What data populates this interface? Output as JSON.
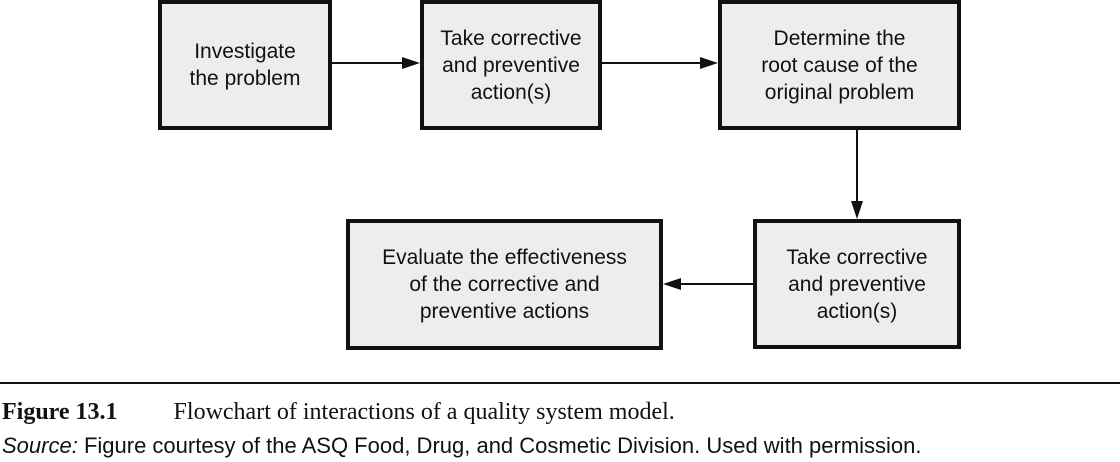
{
  "flowchart": {
    "boxes": [
      {
        "id": "investigate-problem",
        "lines": [
          "Investigate",
          "the problem"
        ]
      },
      {
        "id": "take-corrective-preventive-1",
        "lines": [
          "Take corrective",
          "and preventive",
          "action(s)"
        ]
      },
      {
        "id": "determine-root-cause",
        "lines": [
          "Determine the",
          "root cause of the",
          "original problem"
        ]
      },
      {
        "id": "evaluate-effectiveness",
        "lines": [
          "Evaluate the effectiveness",
          "of the corrective and",
          "preventive actions"
        ]
      },
      {
        "id": "take-corrective-preventive-2",
        "lines": [
          "Take corrective",
          "and preventive",
          "action(s)"
        ]
      }
    ],
    "connections": [
      {
        "from": "investigate-problem",
        "to": "take-corrective-preventive-1",
        "direction": "right"
      },
      {
        "from": "take-corrective-preventive-1",
        "to": "determine-root-cause",
        "direction": "right"
      },
      {
        "from": "determine-root-cause",
        "to": "take-corrective-preventive-2",
        "direction": "down"
      },
      {
        "from": "take-corrective-preventive-2",
        "to": "evaluate-effectiveness",
        "direction": "left"
      }
    ],
    "colors": {
      "box_fill": "#ededeb",
      "box_border": "#111111",
      "arrow": "#111111"
    }
  },
  "caption": {
    "figure_label": "Figure 13.1",
    "figure_title": "Flowchart of interactions of a quality system model."
  },
  "source": {
    "label": "Source:",
    "text": " Figure courtesy of the ASQ Food, Drug, and Cosmetic Division. Used with permission."
  }
}
